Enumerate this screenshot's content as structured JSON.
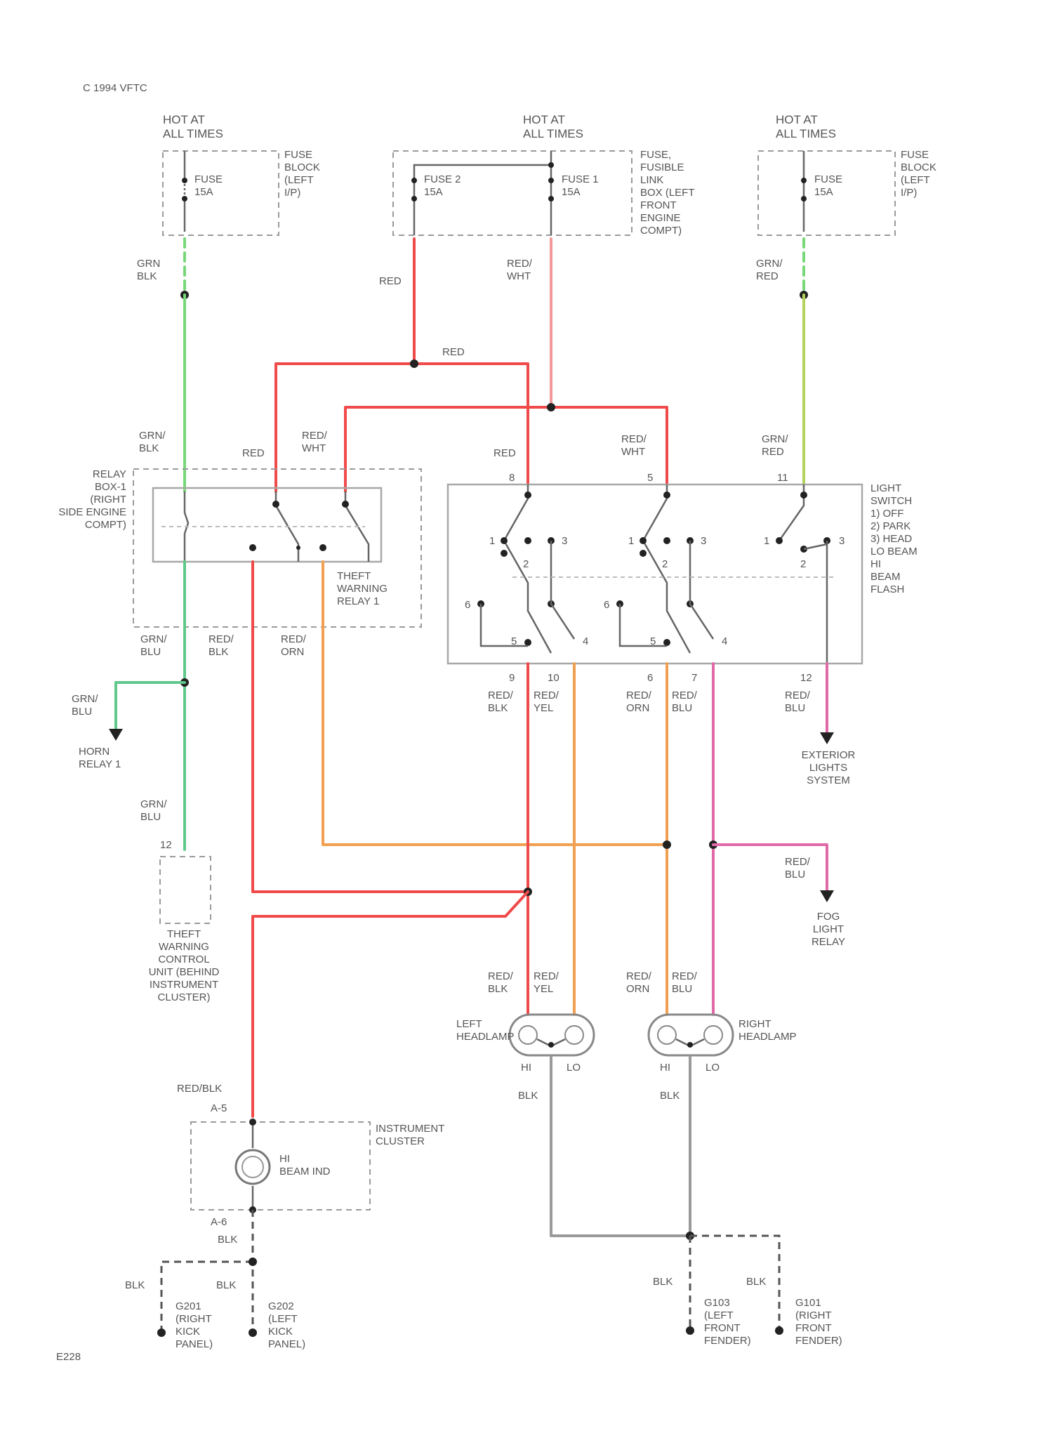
{
  "header": {
    "copyright": "C 1994 VFTC"
  },
  "footer": {
    "code": "E228"
  },
  "power": {
    "left": {
      "hot": "HOT AT\nALL TIMES",
      "fuse": "FUSE\n15A",
      "box": "FUSE\nBLOCK\n(LEFT\nI/P)",
      "wire": "GRN\nBLK"
    },
    "center": {
      "hot": "HOT AT\nALL TIMES",
      "fuse2": "FUSE 2\n15A",
      "fuse1": "FUSE 1\n15A",
      "box": "FUSE,\nFUSIBLE\nLINK\nBOX (LEFT\nFRONT\nENGINE\nCOMPT)",
      "wire_left": "RED",
      "wire_right": "RED/\nWHT"
    },
    "right": {
      "hot": "HOT AT\nALL TIMES",
      "fuse": "FUSE\n15A",
      "box": "FUSE\nBLOCK\n(LEFT\nI/P)",
      "wire": "GRN/\nRED"
    }
  },
  "wires": {
    "red_top": "RED",
    "relay_in_grn": "GRN/\nBLK",
    "relay_in_red": "RED",
    "relay_in_redwht": "RED/\nWHT",
    "sw_in_red": "RED",
    "sw_in_redwht": "RED/\nWHT",
    "sw_in_grnred": "GRN/\nRED",
    "relay_out_grnblu": "GRN/\nBLU",
    "relay_out_redblk": "RED/\nBLK",
    "relay_out_redorn": "RED/\nORN",
    "horn_wire": "GRN/\nBLU",
    "theft_wire": "GRN/\nBLU",
    "sw_out_redblk": "RED/\nBLK",
    "sw_out_redyel": "RED/\nYEL",
    "sw_out_redorn": "RED/\nORN",
    "sw_out_redblu": "RED/\nBLU",
    "sw_out_ext": "RED/\nBLU",
    "fog_wire": "RED/\nBLU",
    "lh_redblk": "RED/\nBLK",
    "lh_redyel": "RED/\nYEL",
    "rh_redorn": "RED/\nORN",
    "rh_redblu": "RED/\nBLU",
    "lh_gnd": "BLK",
    "rh_gnd": "BLK",
    "cluster_in": "RED/BLK",
    "cluster_out": "BLK",
    "gnd_left_a": "BLK",
    "gnd_left_b": "BLK",
    "gnd_right_a": "BLK",
    "gnd_right_b": "BLK"
  },
  "relay": {
    "label": "RELAY\nBOX-1\n(RIGHT\nSIDE ENGINE\nCOMPT)",
    "theft_relay": "THEFT\nWARNING\nRELAY 1"
  },
  "light_switch": {
    "label": "LIGHT\nSWITCH\n1) OFF\n2) PARK\n3) HEAD\nLO BEAM\nHI\nBEAM\nFLASH",
    "pins_top": [
      "8",
      "5",
      "11"
    ],
    "pins_bottom": [
      "9",
      "10",
      "6",
      "7",
      "12"
    ],
    "contact_nums": [
      "1",
      "2",
      "3",
      "6",
      "5",
      "4",
      "1",
      "2",
      "3",
      "6",
      "5",
      "4",
      "1",
      "2",
      "3"
    ]
  },
  "destinations": {
    "horn": "HORN\nRELAY 1",
    "exterior": "EXTERIOR\nLIGHTS\nSYSTEM",
    "fog": "FOG\nLIGHT\nRELAY",
    "theft_unit": "THEFT\nWARNING\nCONTROL\nUNIT (BEHIND\nINSTRUMENT\nCLUSTER)",
    "theft_pin": "12"
  },
  "headlamps": {
    "left": "LEFT\nHEADLAMP",
    "right": "RIGHT\nHEADLAMP",
    "left_pins": [
      "HI",
      "LO"
    ],
    "right_pins": [
      "HI",
      "LO"
    ]
  },
  "cluster": {
    "label": "INSTRUMENT\nCLUSTER",
    "indicator": "HI\nBEAM IND",
    "pin_in": "A-5",
    "pin_out": "A-6"
  },
  "grounds": {
    "g201": "G201\n(RIGHT\nKICK\nPANEL)",
    "g202": "G202\n(LEFT\nKICK\nPANEL)",
    "g103": "G103\n(LEFT\nFRONT\nFENDER)",
    "g101": "G101\n(RIGHT\nFRONT\nFENDER)"
  }
}
